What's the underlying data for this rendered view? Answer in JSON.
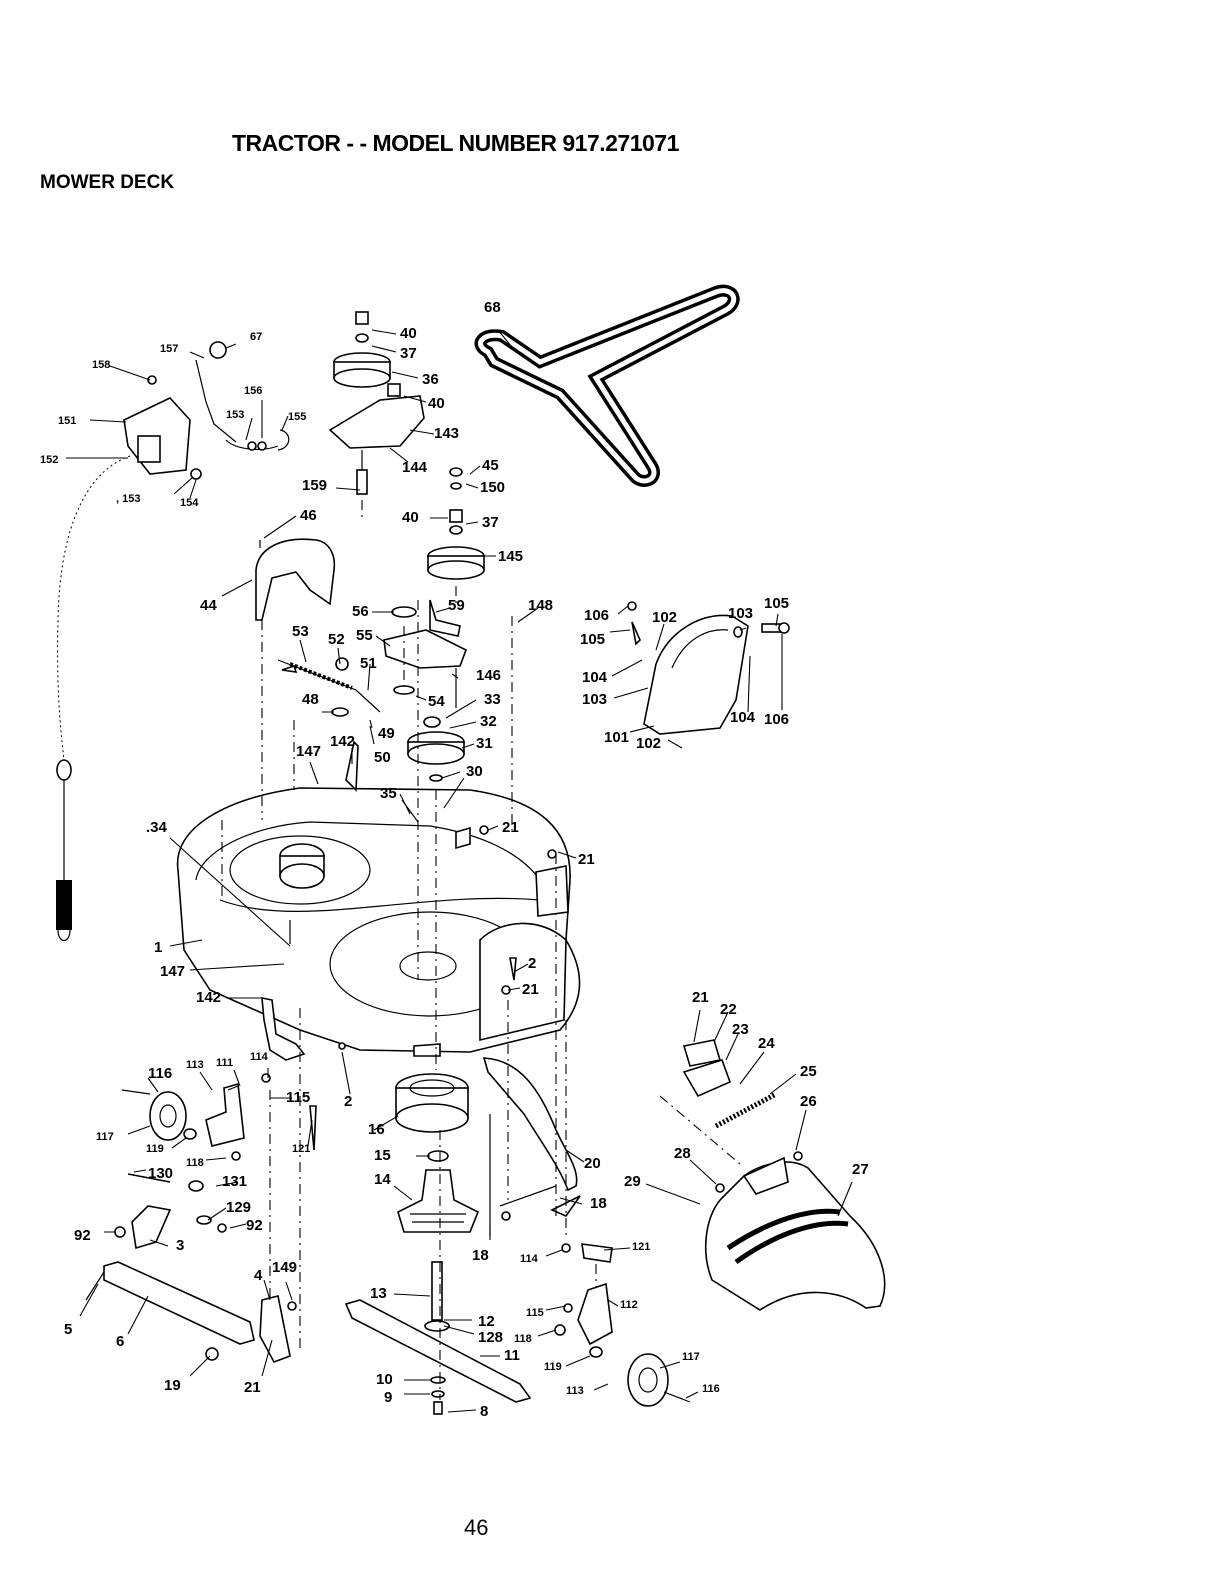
{
  "header": {
    "title": "TRACTOR - - MODEL NUMBER 917.271071",
    "section": "MOWER DECK"
  },
  "footer": {
    "page_number": "46"
  },
  "callouts": {
    "c1": "1",
    "c2a": "2",
    "c2b": "2",
    "c3": "3",
    "c4": "4",
    "c5": "5",
    "c6": "6",
    "c8": "8",
    "c9": "9",
    "c10": "10",
    "c11": "11",
    "c12": "12",
    "c13": "13",
    "c14": "14",
    "c15": "15",
    "c16": "16",
    "c18a": "18",
    "c18b": "18",
    "c19": "19",
    "c20": "20",
    "c21a": "21",
    "c21b": "21",
    "c21c": "21",
    "c21d": "21",
    "c21e": "21",
    "c22": "22",
    "c23": "23",
    "c24": "24",
    "c25": "25",
    "c26": "26",
    "c27": "27",
    "c28": "28",
    "c29": "29",
    "c30": "30",
    "c31": "31",
    "c32": "32",
    "c33": "33",
    "c34": ".34",
    "c35": "35",
    "c36": "36",
    "c37a": "37",
    "c37b": "37",
    "c40a": "40",
    "c40b": "40",
    "c40c": "40",
    "c44": "44",
    "c45": "45",
    "c46": "46",
    "c48": "48",
    "c49": "49",
    "c50": "50",
    "c51": "51",
    "c52": "52",
    "c53": "53",
    "c54": "54",
    "c55": "55",
    "c56": "56",
    "c59": "59",
    "c67": "67",
    "c68": "68",
    "c92a": "92",
    "c92b": "92",
    "c101": "101",
    "c102a": "102",
    "c102b": "102",
    "c103a": "103",
    "c103b": "103",
    "c104a": "104",
    "c104b": "104",
    "c105a": "105",
    "c105b": "105",
    "c106a": "106",
    "c106b": "106",
    "c111": "111",
    "c112": "112",
    "c113a": "113",
    "c113b": "113",
    "c114a": "114",
    "c114b": "114",
    "c115a": "115",
    "c115b": "115",
    "c116a": "116",
    "c116b": "116",
    "c117a": "117",
    "c117b": "117",
    "c118a": "118",
    "c118b": "118",
    "c119a": "119",
    "c119b": "119",
    "c121a": "121",
    "c121b": "121",
    "c128": "128",
    "c129": "129",
    "c130": "130",
    "c131": "131",
    "c142a": "142",
    "c142b": "142",
    "c143": "143",
    "c144": "144",
    "c145": "145",
    "c146": "146",
    "c147a": "147",
    "c147b": "147",
    "c148": "148",
    "c149": "149",
    "c150": "150",
    "c151": "151",
    "c152": "152",
    "c153a": "153",
    "c153b": ", 153",
    "c154": "154",
    "c155": "155",
    "c156": "156",
    "c157": "157",
    "c158": "158",
    "c159": "159"
  }
}
